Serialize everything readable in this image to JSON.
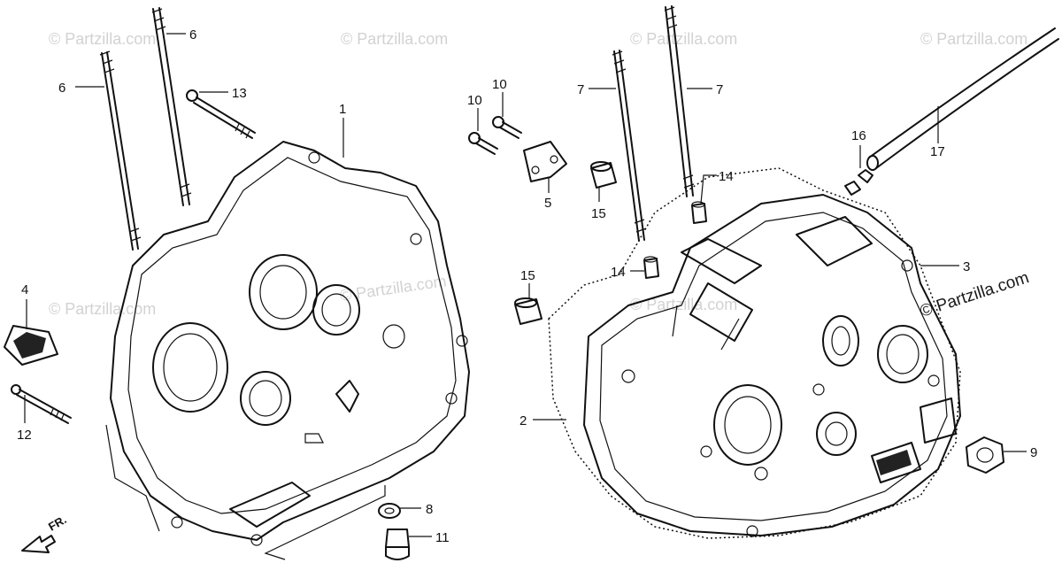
{
  "watermark": {
    "text": "© Partzilla.com",
    "corner_text": "© Partzilla.com"
  },
  "direction_marker": {
    "text": "FR."
  },
  "callouts": [
    {
      "id": "1",
      "text": "1"
    },
    {
      "id": "2",
      "text": "2"
    },
    {
      "id": "3",
      "text": "3"
    },
    {
      "id": "4",
      "text": "4"
    },
    {
      "id": "5",
      "text": "5"
    },
    {
      "id": "6a",
      "text": "6"
    },
    {
      "id": "6b",
      "text": "6"
    },
    {
      "id": "7a",
      "text": "7"
    },
    {
      "id": "7b",
      "text": "7"
    },
    {
      "id": "8",
      "text": "8"
    },
    {
      "id": "9",
      "text": "9"
    },
    {
      "id": "10a",
      "text": "10"
    },
    {
      "id": "10b",
      "text": "10"
    },
    {
      "id": "11",
      "text": "11"
    },
    {
      "id": "12",
      "text": "12"
    },
    {
      "id": "13",
      "text": "13"
    },
    {
      "id": "14a",
      "text": "14"
    },
    {
      "id": "14b",
      "text": "14"
    },
    {
      "id": "15a",
      "text": "15"
    },
    {
      "id": "15b",
      "text": "15"
    },
    {
      "id": "16",
      "text": "16"
    },
    {
      "id": "17",
      "text": "17"
    }
  ]
}
